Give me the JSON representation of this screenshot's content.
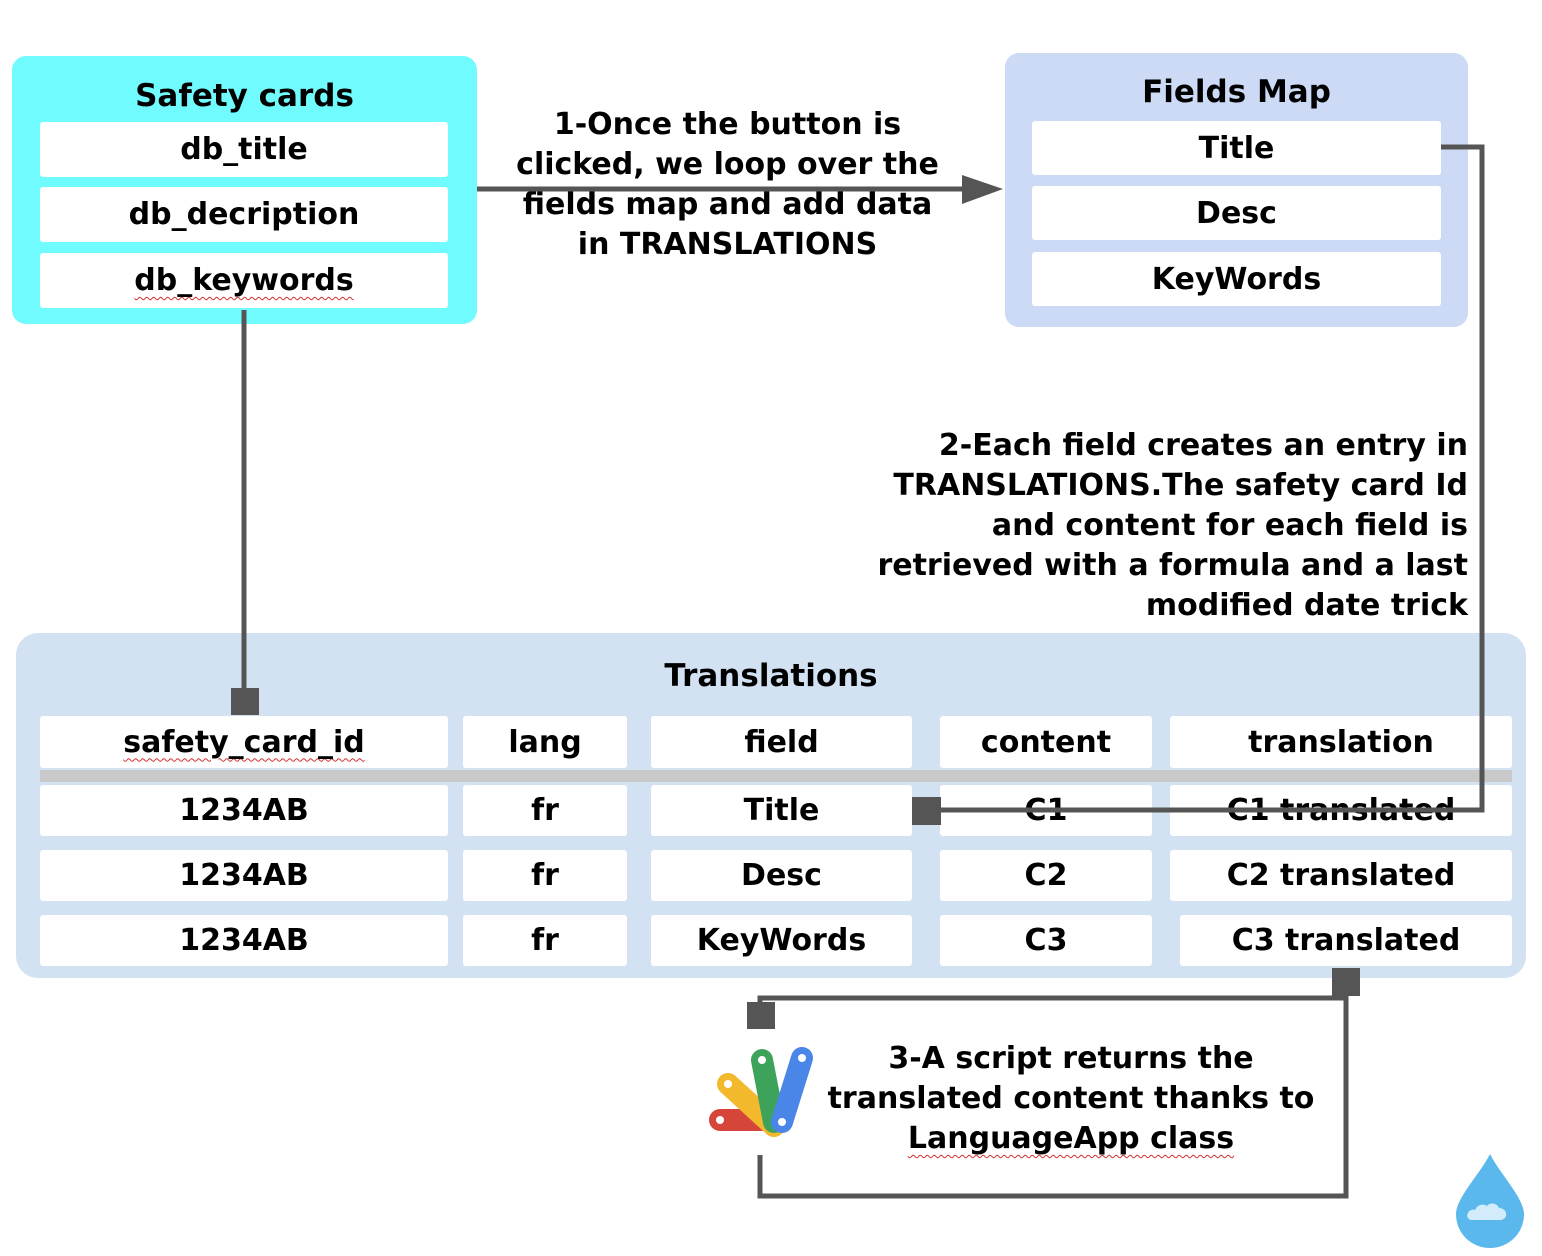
{
  "safety_cards": {
    "title": "Safety cards",
    "fields": [
      "db_title",
      "db_decription",
      "db_keywords"
    ]
  },
  "fields_map": {
    "title": "Fields Map",
    "fields": [
      "Title",
      "Desc",
      "KeyWords"
    ]
  },
  "notes": {
    "step1": [
      "1-Once the button is",
      "clicked, we loop over the",
      "fields map and add data",
      "in TRANSLATIONS"
    ],
    "step2": [
      "2-Each field creates an entry in",
      "TRANSLATIONS.The safety card Id",
      "and content for each field is",
      "retrieved with a formula and a last",
      "modified date trick"
    ],
    "step3": [
      "3-A script returns the",
      "translated content thanks to",
      "LanguageApp class"
    ]
  },
  "translations": {
    "title": "Translations",
    "headers": [
      "safety_card_id",
      "lang",
      "field",
      "content",
      "translation"
    ],
    "rows": [
      [
        "1234AB",
        "fr",
        "Title",
        "C1",
        "C1 translated"
      ],
      [
        "1234AB",
        "fr",
        "Desc",
        "C2",
        "C2 translated"
      ],
      [
        "1234AB",
        "fr",
        "KeyWords",
        "C3",
        "C3 translated"
      ]
    ]
  },
  "colors": {
    "safety_cards_bg": "#70fcfe",
    "fields_map_bg": "#cddaf6",
    "translations_bg": "#d3e2f2",
    "connector": "#555555"
  },
  "icons": {
    "apps_script": "google-apps-script-icon",
    "droplet": "water-droplet-logo-icon"
  }
}
